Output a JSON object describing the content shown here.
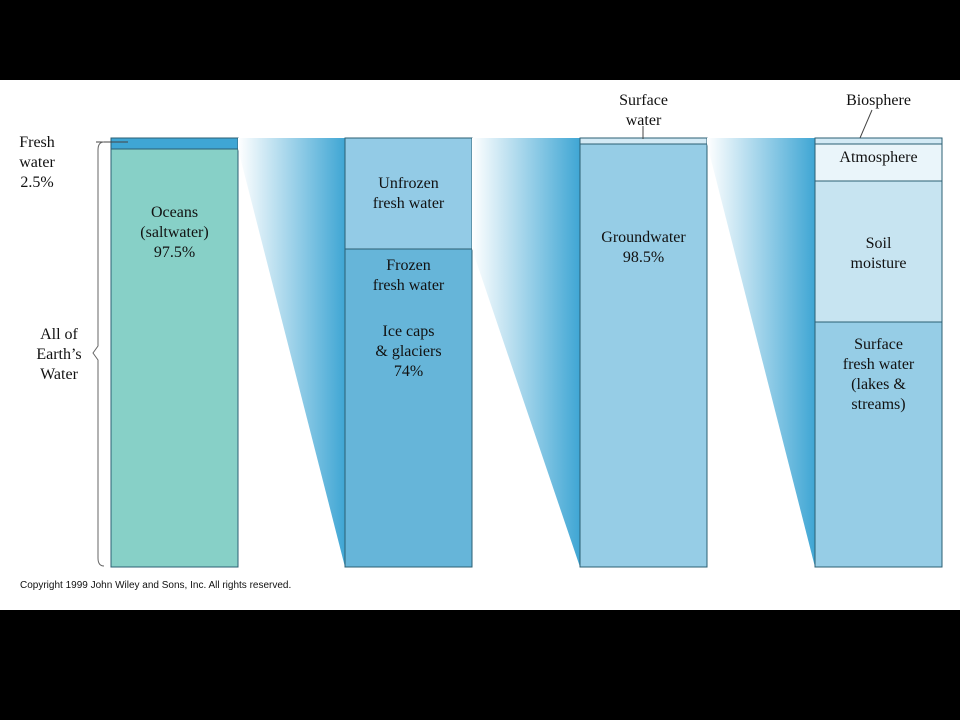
{
  "colors": {
    "oceans": "#87d0c7",
    "fresh": "#3fa6d4",
    "unfrozen": "#93cbe6",
    "frozen": "#66b5d9",
    "groundwater": "#96cde6",
    "surface_water": "#d3eaf5",
    "biosphere": "#d3eaf5",
    "atmosphere": "#eaf5fa",
    "soil": "#c7e4f1",
    "surface_fresh": "#96cde6",
    "outline": "#2b5f73"
  },
  "labels": {
    "fresh_water_side": "Fresh\nwater\n2.5%",
    "all_earths_water": "All of\nEarth’s\nWater",
    "oceans": "Oceans\n(saltwater)\n97.5%",
    "unfrozen": "Unfrozen\nfresh water",
    "frozen": "Frozen\nfresh water",
    "ice_caps": "Ice caps\n& glaciers\n74%",
    "surface_water": "Surface\nwater",
    "groundwater": "Groundwater\n98.5%",
    "biosphere": "Biosphere",
    "atmosphere": "Atmosphere",
    "soil_moisture": "Soil\nmoisture",
    "surface_fresh": "Surface\nfresh water\n(lakes &\nstreams)"
  },
  "values": {
    "oceans_pct": 97.5,
    "fresh_pct": 2.5,
    "ice_caps_pct": 74,
    "groundwater_pct": 98.5
  },
  "copyright": "Copyright 1999 John Wiley and Sons, Inc. All rights reserved."
}
